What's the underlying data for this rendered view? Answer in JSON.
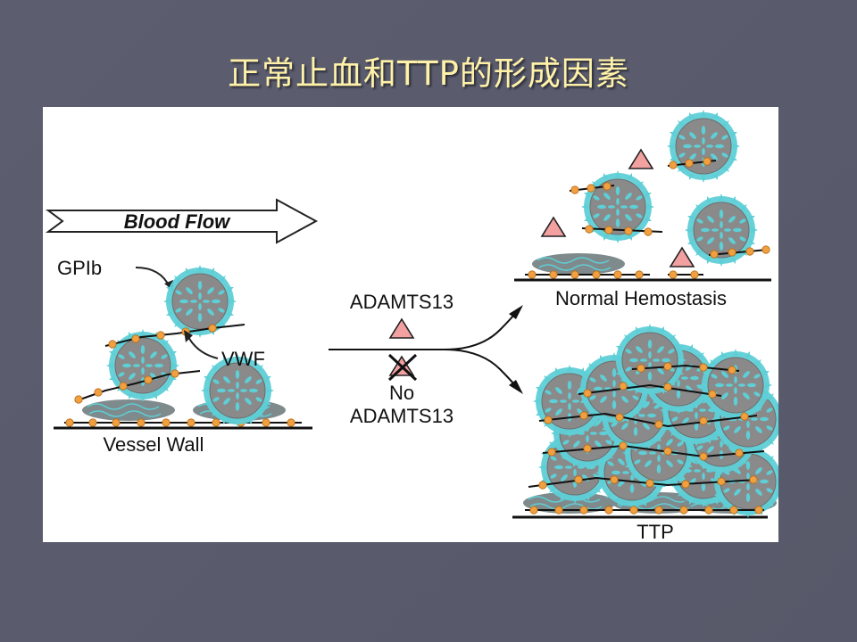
{
  "slide": {
    "title": "正常止血和TTP的形成因素",
    "title_color": "#fff2a8",
    "background_color": "#5a5c6e"
  },
  "figure": {
    "blood_flow_label": "Blood Flow",
    "gpib_label": "GPIb",
    "vwf_label": "VWF",
    "vessel_wall_label": "Vessel Wall",
    "adamts13_label": "ADAMTS13",
    "no_label": "No",
    "no_adamts13_label": "ADAMTS13",
    "normal_hemostasis_label": "Normal Hemostasis",
    "ttp_label": "TTP",
    "colors": {
      "platelet": "#8a8a8a",
      "granule": "#5ecfd6",
      "vwf_bead": "#f0a040",
      "adamts13": "#f2a0a0"
    }
  }
}
